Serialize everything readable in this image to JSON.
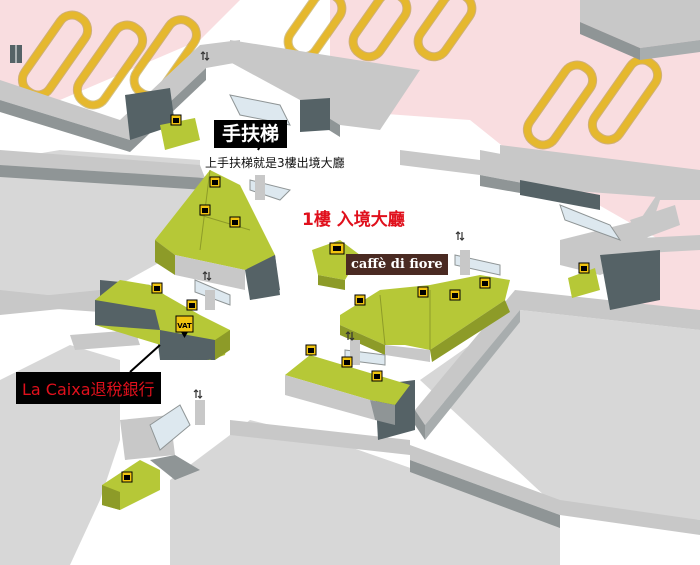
{
  "floor_title": "1樓 入境大廳",
  "escalator_label": "手扶梯",
  "escalator_note": "上手扶梯就是3樓出境大廳",
  "cafe_name": "caffè di fiore",
  "bank_label": "La Caixa退稅銀行",
  "colors": {
    "floor": "#ffffff",
    "wall_top": "#c8c8c8",
    "wall_side": "#8f9596",
    "dark_block": "#556266",
    "shop": "#b6c837",
    "shop_side": "#8d9b28",
    "pink_area": "#f9dde0",
    "gray_area": "#d7d7d7",
    "counter": "#e5b82e",
    "label_red": "#e0101c"
  },
  "icons": [
    "escalator-icon",
    "shop-icon",
    "vat-refund-icon",
    "cafe-icon",
    "elevator-icon"
  ]
}
